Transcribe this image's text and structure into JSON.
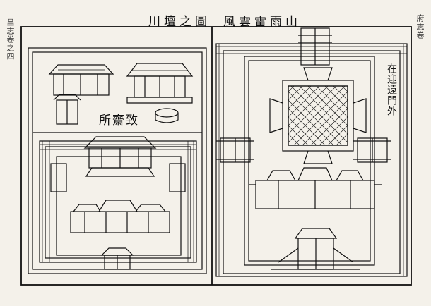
{
  "title_left": "川壇之圖",
  "title_right": "風雲雷雨山",
  "label_zhizhaisuo": "所齋致",
  "label_zaiyingxian": "在迎遠門外",
  "left_margin_text": "昌志卷之四",
  "right_margin_text": "府志卷"
}
